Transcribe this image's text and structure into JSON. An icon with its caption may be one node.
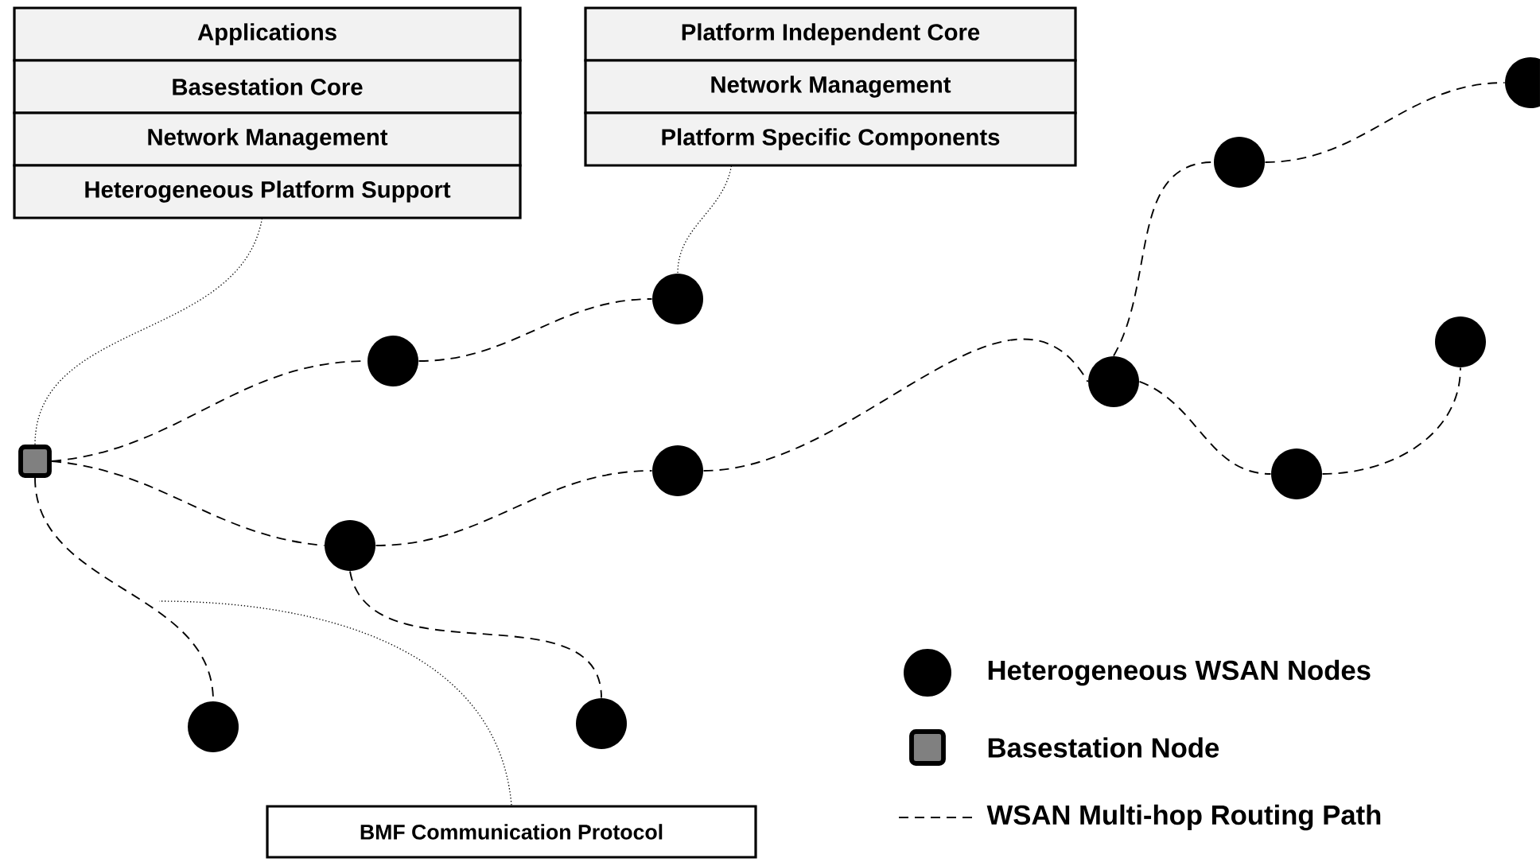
{
  "diagram": {
    "nodes": [
      {
        "text": [
          "Applications",
          "Basestation Core",
          "Network Management",
          "Heterogeneous Platform Support"
        ]
      },
      {
        "text": [
          "Platform Independent Core",
          "Network Management",
          "Platform Specific Components"
        ]
      },
      {
        "text": [
          "BMF Communication Protocol"
        ]
      },
      {
        "text": [],
        "shape": "box"
      },
      {
        "text": [],
        "shape": "circle"
      },
      {
        "text": [],
        "shape": "circle"
      },
      {
        "text": [],
        "shape": "circle"
      },
      {
        "text": [],
        "shape": "circle"
      },
      {
        "text": [],
        "shape": "circle"
      },
      {
        "text": [],
        "shape": "circle"
      },
      {
        "text": [],
        "shape": "circle"
      },
      {
        "text": [],
        "shape": "circle"
      },
      {
        "text": [],
        "shape": "circle"
      },
      {
        "text": [],
        "shape": "circle"
      },
      {
        "text": [],
        "shape": "circle"
      }
    ],
    "edges": [
      {
        "from": 3,
        "to": 4,
        "arrow": "none",
        "style": "dashed"
      },
      {
        "from": 4,
        "to": 5,
        "arrow": "none",
        "style": "dashed"
      },
      {
        "from": 3,
        "to": 7,
        "arrow": "none",
        "style": "dashed"
      },
      {
        "from": 7,
        "to": 6,
        "arrow": "none",
        "style": "dashed"
      },
      {
        "from": 6,
        "to": 10,
        "arrow": "none",
        "style": "dashed"
      },
      {
        "from": 10,
        "to": 11,
        "arrow": "none",
        "style": "dashed"
      },
      {
        "from": 11,
        "to": 12,
        "arrow": "none",
        "style": "dashed"
      },
      {
        "from": 10,
        "to": 14,
        "arrow": "none",
        "style": "dashed"
      },
      {
        "from": 14,
        "to": 13,
        "arrow": "none",
        "style": "dashed"
      },
      {
        "from": 7,
        "to": 9,
        "arrow": "none",
        "style": "dashed"
      },
      {
        "from": 3,
        "to": 8,
        "arrow": "none",
        "style": "dashed"
      },
      {
        "from": 0,
        "to": 3,
        "arrow": "none"
      },
      {
        "from": 1,
        "to": 5,
        "arrow": "none"
      },
      {
        "from": 2,
        "to": null,
        "arrow": "none"
      }
    ],
    "legend": [
      {
        "text": "Heterogeneous WSAN Nodes"
      },
      {
        "text": "Basestation Node"
      },
      {
        "text": "WSAN Multi-hop Routing Path"
      }
    ]
  }
}
